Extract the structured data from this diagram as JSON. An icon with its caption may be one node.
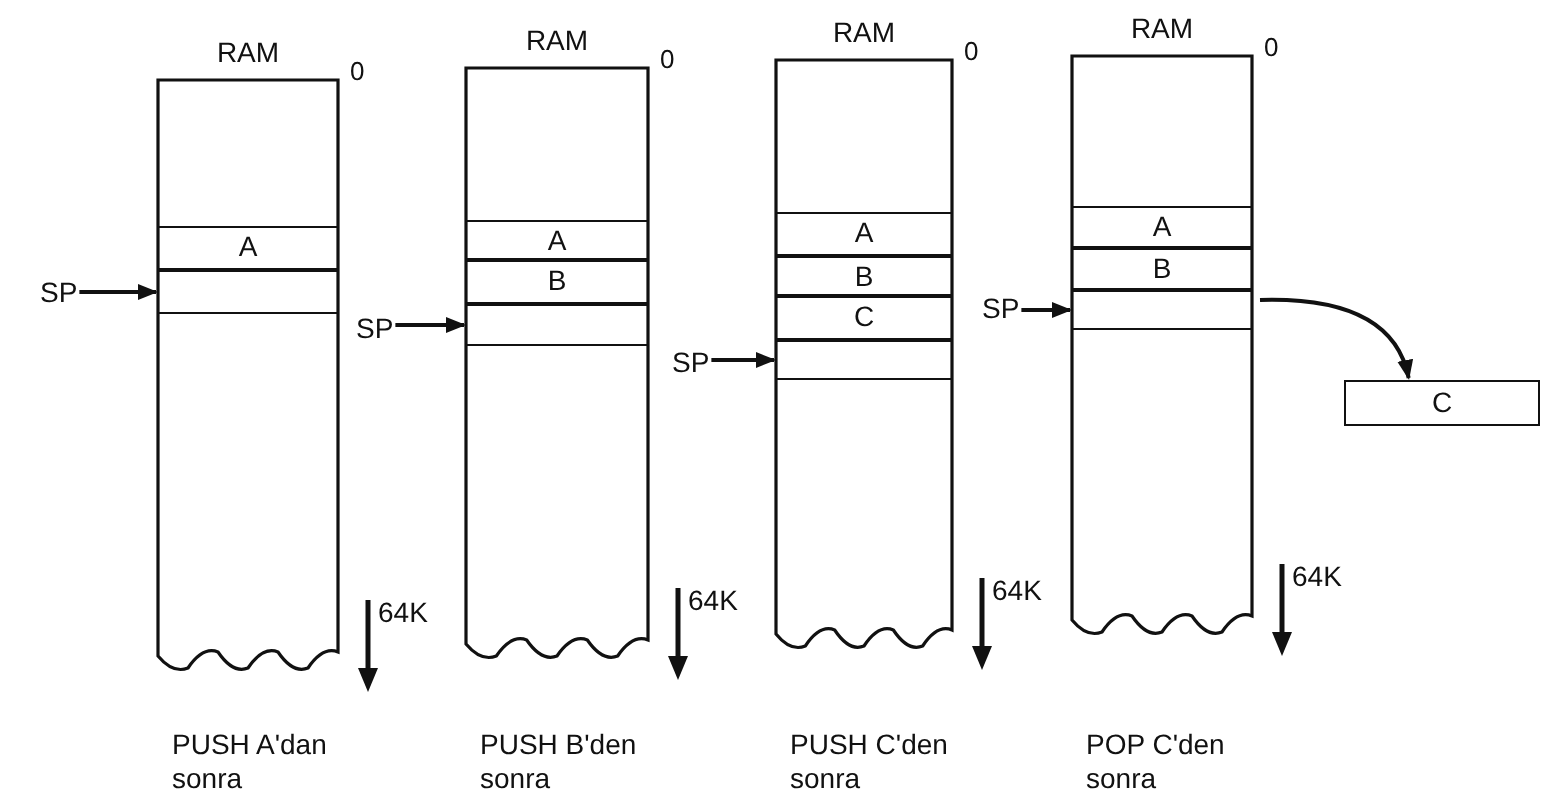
{
  "diagram": {
    "nodes": [
      {
        "text": [
          "RAM"
        ],
        "beside": [
          "0",
          "64K",
          "PUSH A'dan sonra"
        ]
      },
      {
        "text": [
          "A"
        ],
        "in": 0
      },
      {
        "text": [],
        "shape": "box",
        "in": 0
      },
      {
        "text": [
          "SP"
        ]
      },
      {
        "text": [
          "RAM"
        ],
        "beside": [
          "0",
          "64K",
          "PUSH B'den sonra"
        ]
      },
      {
        "text": [
          "A"
        ],
        "in": 4
      },
      {
        "text": [
          "B"
        ],
        "in": 4
      },
      {
        "text": [],
        "shape": "box",
        "in": 4
      },
      {
        "text": [
          "SP"
        ]
      },
      {
        "text": [
          "RAM"
        ],
        "beside": [
          "0",
          "64K",
          "PUSH C'den sonra"
        ]
      },
      {
        "text": [
          "A"
        ],
        "in": 9
      },
      {
        "text": [
          "B"
        ],
        "in": 9
      },
      {
        "text": [
          "C"
        ],
        "in": 9
      },
      {
        "text": [],
        "shape": "box",
        "in": 9
      },
      {
        "text": [
          "SP"
        ]
      },
      {
        "text": [
          "RAM"
        ],
        "beside": [
          "0",
          "64K",
          "POP C'den sonra"
        ]
      },
      {
        "text": [
          "A"
        ],
        "in": 15
      },
      {
        "text": [
          "B"
        ],
        "in": 15
      },
      {
        "text": [],
        "shape": "box",
        "in": 15
      },
      {
        "text": [
          "SP"
        ]
      },
      {
        "text": [
          "C"
        ]
      }
    ],
    "edges": [
      {
        "from": 3,
        "to": 2,
        "arrow": "to"
      },
      {
        "from": 8,
        "to": 7,
        "arrow": "to"
      },
      {
        "from": 14,
        "to": 13,
        "arrow": "to"
      },
      {
        "from": 19,
        "to": 18,
        "arrow": "to"
      },
      {
        "from": 15,
        "to": 20,
        "arrow": "to"
      }
    ]
  }
}
